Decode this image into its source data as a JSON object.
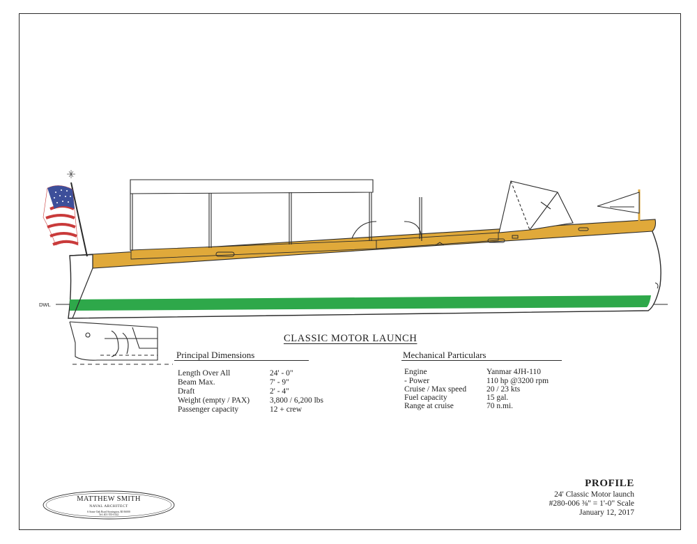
{
  "title": "CLASSIC MOTOR LAUNCH",
  "waterline_label": "DWL",
  "principal": {
    "heading": "Principal Dimensions",
    "rows": [
      {
        "label": "Length Over All",
        "value": "24' - 0\""
      },
      {
        "label": "Beam Max.",
        "value": "7' - 9\""
      },
      {
        "label": "Draft",
        "value": "2' - 4\""
      },
      {
        "label": "Weight (empty / PAX)",
        "value": "3,800 / 6,200 lbs"
      },
      {
        "label": "Passenger capacity",
        "value": "12 + crew"
      }
    ]
  },
  "mechanical": {
    "heading": "Mechanical Particulars",
    "rows": [
      {
        "label": "Engine",
        "value": "Yanmar 4JH-110"
      },
      {
        "label": " - Power",
        "value": "110 hp @3200 rpm"
      },
      {
        "label": "Cruise / Max speed",
        "value": "20 / 23 kts"
      },
      {
        "label": "Fuel capacity",
        "value": "15 gal."
      },
      {
        "label": "Range at cruise",
        "value": "70 n.mi."
      }
    ]
  },
  "title_block": {
    "heading": "PROFILE",
    "line1": "24' Classic Motor launch",
    "line2": "#280-006  ⅜\" = 1'-0\" Scale",
    "line3": "January 12, 2017"
  },
  "architect": {
    "name": "MATTHEW SMITH",
    "title": "NAVAL ARCHITECT",
    "address": "6 Some Oak Road   Stonington, RI 06000",
    "phone": "Tel: 401-555-0142"
  },
  "colors": {
    "deck": "#e0a93a",
    "boot_stripe": "#2ea84a",
    "hull": "#ffffff",
    "line": "#2a2a2a",
    "flag_red": "#c93a3a",
    "flag_blue": "#3d4f9a"
  }
}
